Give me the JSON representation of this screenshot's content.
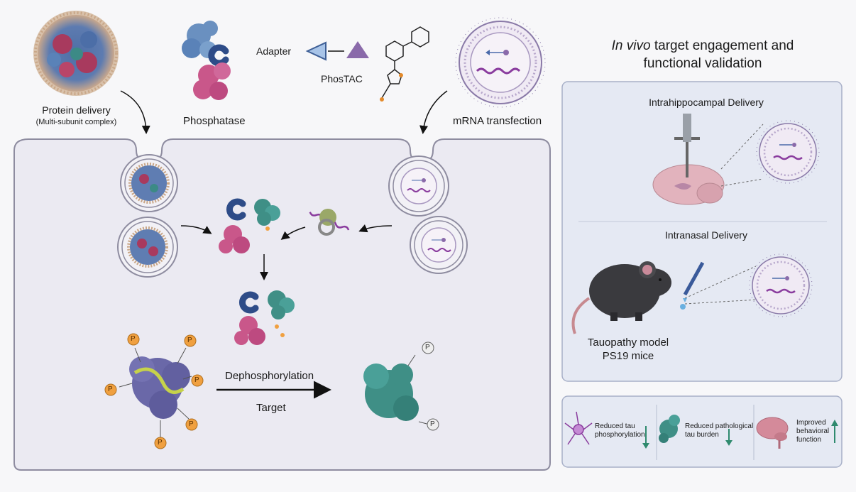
{
  "left": {
    "protein_delivery": "Protein delivery",
    "protein_delivery_sub": "(Multi-subunit complex)",
    "phosphatase": "Phosphatase",
    "adapter": "Adapter",
    "phostac": "PhosTAC",
    "mrna_transfection": "mRNA transfection",
    "dephosphorylation": "Dephosphorylation",
    "target": "Target",
    "phospho_symbol": "P"
  },
  "right": {
    "title_italic": "In vivo",
    "title_rest": "target engagement and",
    "title_line2": "functional validation",
    "intrahippocampal": "Intrahippocampal Delivery",
    "intranasal": "Intranasal Delivery",
    "model_line1": "Tauopathy model",
    "model_line2": "PS19 mice"
  },
  "outcomes": [
    {
      "line1": "Reduced tau",
      "line2": "phosphorylation",
      "direction": "down",
      "icon": "neuron-icon"
    },
    {
      "line1": "Reduced pathological",
      "line2": "tau burden",
      "direction": "down",
      "icon": "protein-aggregate-icon"
    },
    {
      "line1": "Improved",
      "line2": "behavioral",
      "line3": "function",
      "direction": "up",
      "icon": "brain-icon"
    }
  ],
  "colors": {
    "cell": "#ebeaf2",
    "cell_border": "#8e8ca0",
    "phosphatase": "#c9578a",
    "adapter_blue": "#3e5f96",
    "target_teal": "#3f8f86",
    "tau_purple": "#6a68a8",
    "phospho_orange": "#f0a040",
    "mrna": "#8a3c9e",
    "arrow_green": "#2f8a6e"
  }
}
